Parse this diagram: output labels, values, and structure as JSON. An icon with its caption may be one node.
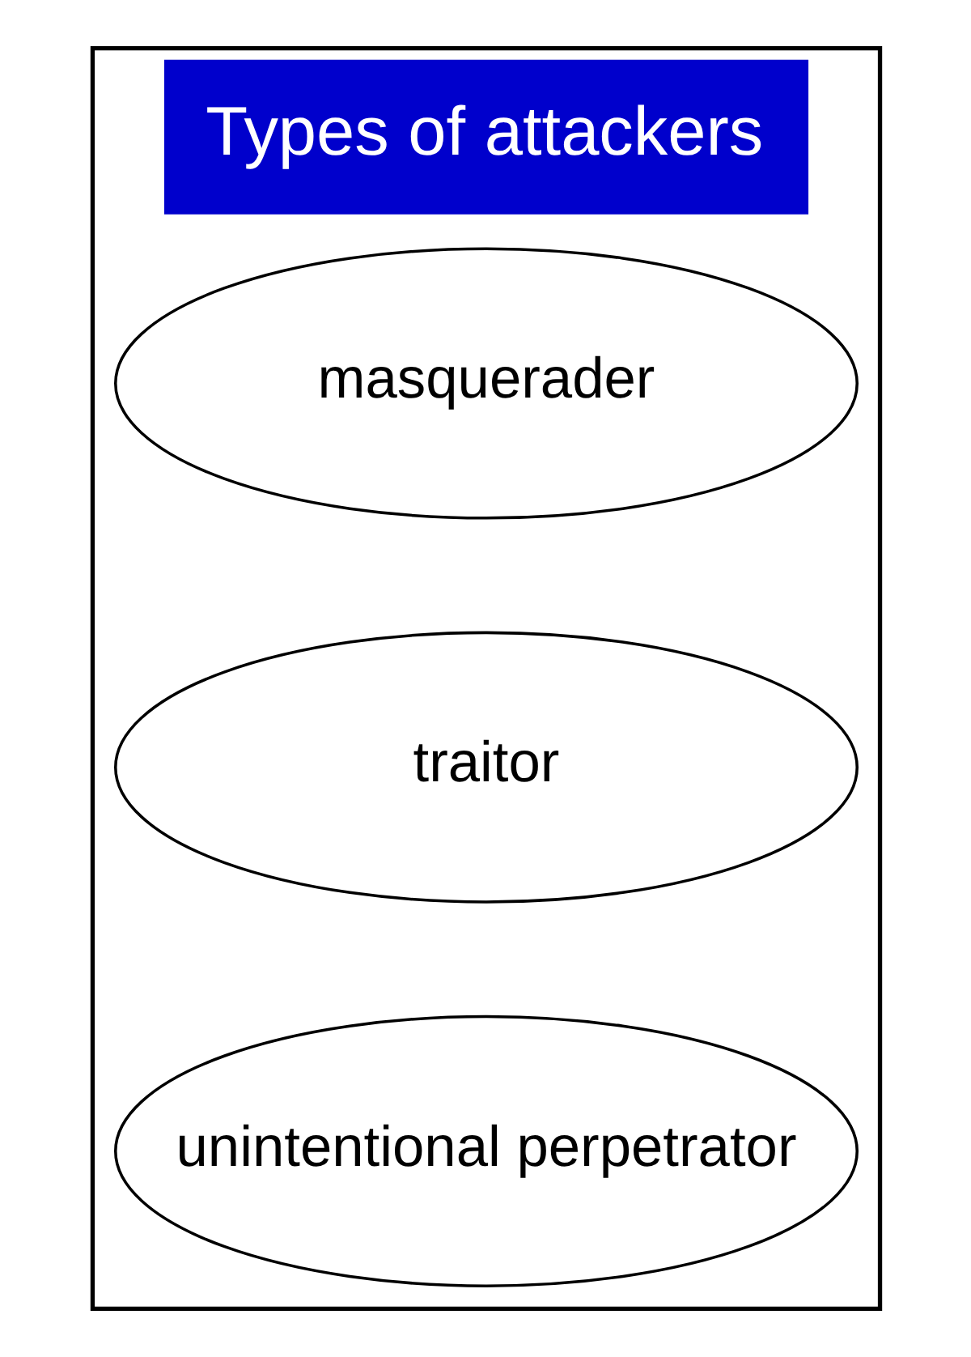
{
  "diagram": {
    "nodes": [
      {
        "text": [
          "Types of attackers"
        ]
      },
      {
        "text": [
          "masquerader"
        ],
        "in": 0
      },
      {
        "text": [
          "traitor"
        ],
        "in": 0
      },
      {
        "text": [
          "unintentional perpetrator"
        ],
        "in": 0
      }
    ]
  }
}
